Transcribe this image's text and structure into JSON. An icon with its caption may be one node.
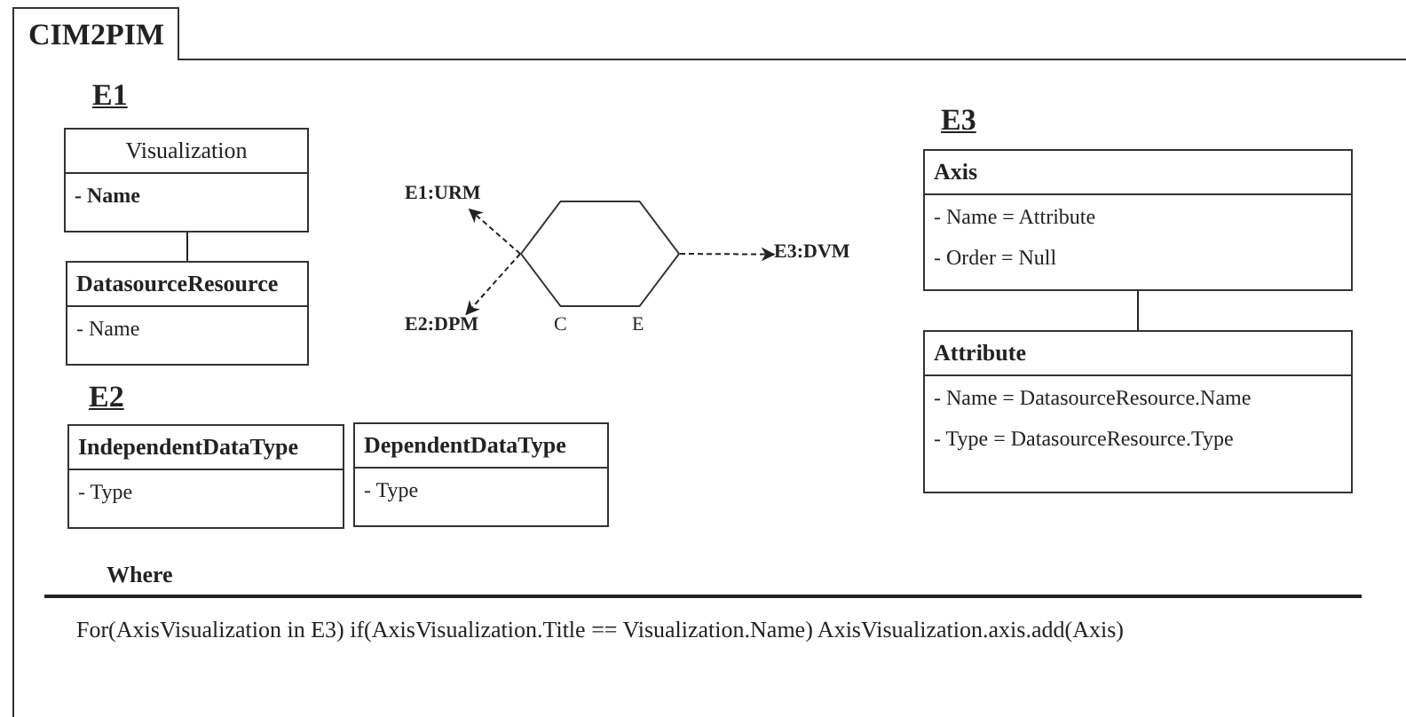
{
  "diagram": {
    "nodes": [
      {
        "text": [
          "CIM2PIM"
        ]
      },
      {
        "text": [
          "Visualization",
          "- Name"
        ],
        "in": 0
      },
      {
        "text": [
          "DatasourceResource",
          "- Name"
        ],
        "in": 0
      },
      {
        "text": [
          "IndependentDataType",
          "- Type"
        ],
        "in": 0
      },
      {
        "text": [
          "DependentDataType",
          "- Type"
        ],
        "in": 0
      },
      {
        "text": [],
        "shape": "hexagon",
        "beside": [
          "C",
          "E"
        ],
        "in": 0
      },
      {
        "text": [
          "E1:URM"
        ],
        "in": 0
      },
      {
        "text": [
          "E2:DPM"
        ],
        "in": 0
      },
      {
        "text": [
          "E3:DVM"
        ],
        "in": 0
      },
      {
        "text": [
          "Axis",
          "- Name = Attribute",
          "- Order = Null"
        ],
        "in": 0
      },
      {
        "text": [
          "Attribute",
          "- Name = DatasourceResource.Name",
          "- Type = DatasourceResource.Type"
        ],
        "in": 0
      }
    ],
    "edges": [
      {
        "from": 1,
        "to": 2,
        "arrow": "none"
      },
      {
        "from": 5,
        "to": 6,
        "arrow": "to",
        "style": "dashed"
      },
      {
        "from": 5,
        "to": 7,
        "arrow": "to",
        "style": "dashed"
      },
      {
        "from": 5,
        "to": 8,
        "arrow": "to",
        "style": "dashed"
      },
      {
        "from": 9,
        "to": 10,
        "arrow": "none"
      }
    ],
    "labels": [
      "E1",
      "E2",
      "E3",
      "Where",
      "For(AxisVisualization in E3) if(AxisVisualization.Title == Visualization.Name) AxisVisualization.axis.add(Axis)"
    ]
  }
}
